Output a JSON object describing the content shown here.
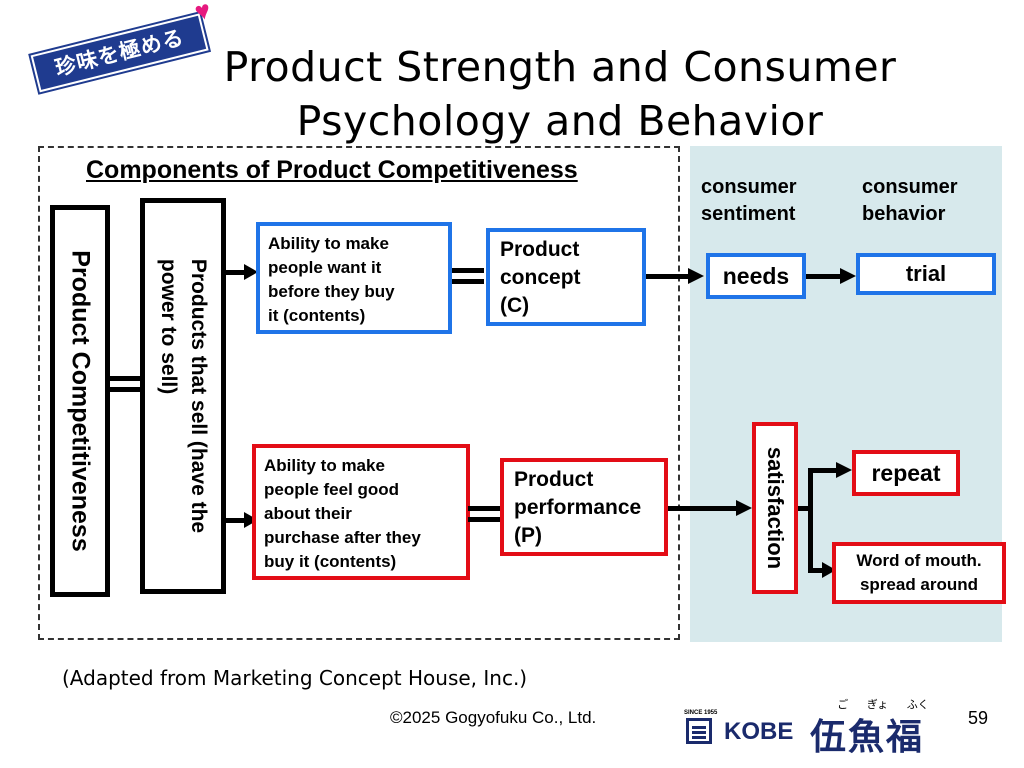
{
  "badge": {
    "text": "珍味を極める",
    "heart": "♥"
  },
  "title": {
    "line1": "Product Strength and Consumer",
    "line2": "Psychology and Behavior"
  },
  "components_heading": "Components of Product Competitiveness",
  "columns": {
    "sentiment": [
      "consumer",
      "sentiment"
    ],
    "behavior": [
      "consumer",
      "behavior"
    ]
  },
  "product_competitiveness": "Product Competitiveness",
  "products_that_sell": [
    "Products that sell (have the",
    "power to sell)"
  ],
  "want_before": [
    "Ability to make",
    "people want it",
    "before they buy",
    "it (contents)"
  ],
  "product_concept": [
    "Product",
    "concept",
    "(C)"
  ],
  "needs": "needs",
  "trial": "trial",
  "feel_good_after": [
    "Ability to make",
    "people feel good",
    "about their",
    "purchase after they",
    "buy it (contents)"
  ],
  "product_performance": [
    "Product",
    "performance",
    "(P)"
  ],
  "satisfaction": "satisfaction",
  "repeat": "repeat",
  "word_of_mouth": [
    "Word of mouth.",
    "spread around"
  ],
  "source_note": "(Adapted from Marketing Concept House, Inc.)",
  "copyright": "©2025 Gogyofuku Co., Ltd.",
  "logo": {
    "since": "SINCE 1955",
    "kobe": "KOBE",
    "kanji": "伍魚福",
    "furigana": [
      "ご",
      "ぎょ",
      "ふく"
    ]
  },
  "page_number": "59",
  "colors": {
    "blue": "#1f74e8",
    "red": "#e30d16",
    "consumer_bg": "#d7e9ec",
    "badge_bg": "#1f3b8f",
    "heart": "#e6197f"
  }
}
